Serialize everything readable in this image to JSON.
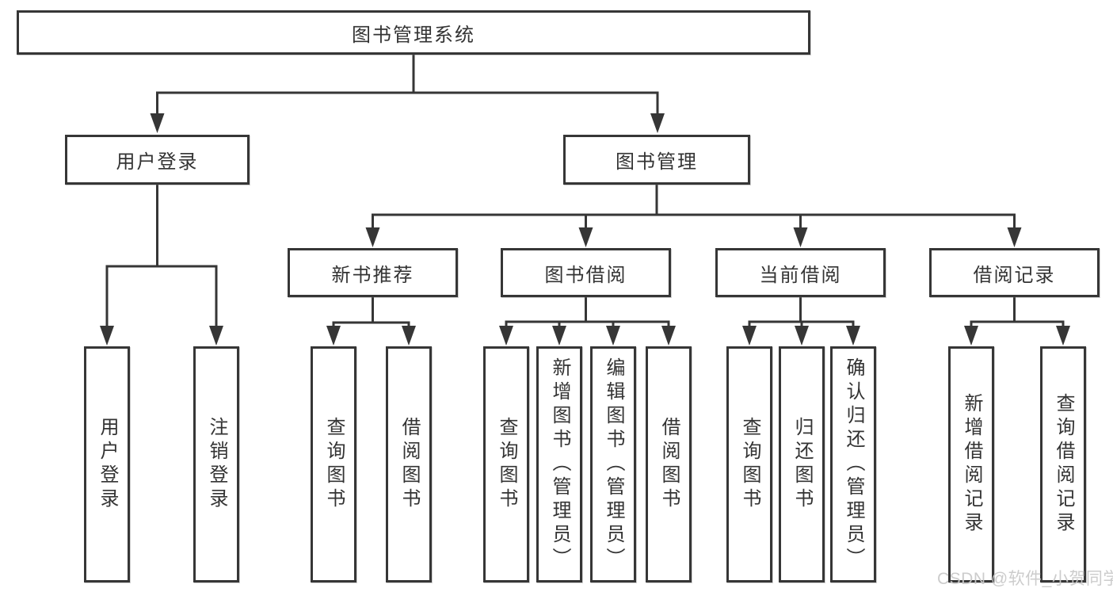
{
  "diagram": {
    "root": {
      "label": "图书管理系统"
    },
    "branches": [
      {
        "label": "用户登录"
      },
      {
        "label": "图书管理"
      }
    ],
    "modules": [
      {
        "label": "新书推荐",
        "parent": "图书管理"
      },
      {
        "label": "图书借阅",
        "parent": "图书管理"
      },
      {
        "label": "当前借阅",
        "parent": "图书管理"
      },
      {
        "label": "借阅记录",
        "parent": "图书管理"
      }
    ],
    "functions": [
      {
        "label": "用户登录",
        "parent": "用户登录"
      },
      {
        "label": "注销登录",
        "parent": "用户登录"
      },
      {
        "label": "查询图书",
        "parent": "新书推荐"
      },
      {
        "label": "借阅图书",
        "parent": "新书推荐"
      },
      {
        "label": "查询图书",
        "parent": "图书借阅"
      },
      {
        "label": "新增图书（管理员）",
        "parent": "图书借阅"
      },
      {
        "label": "编辑图书（管理员）",
        "parent": "图书借阅"
      },
      {
        "label": "借阅图书",
        "parent": "图书借阅"
      },
      {
        "label": "查询图书",
        "parent": "当前借阅"
      },
      {
        "label": "归还图书",
        "parent": "当前借阅"
      },
      {
        "label": "确认归还（管理员）",
        "parent": "当前借阅"
      },
      {
        "label": "新增借阅记录",
        "parent": "借阅记录"
      },
      {
        "label": "查询借阅记录",
        "parent": "借阅记录"
      }
    ],
    "colors": {
      "line": "#363636",
      "border": "#363636",
      "text": "#333333",
      "box_background": "#ffffff",
      "page_background": "#ffffff"
    }
  },
  "watermark": {
    "text": "CSDN @软件_小贺同学",
    "color": "#c9c9c9"
  }
}
